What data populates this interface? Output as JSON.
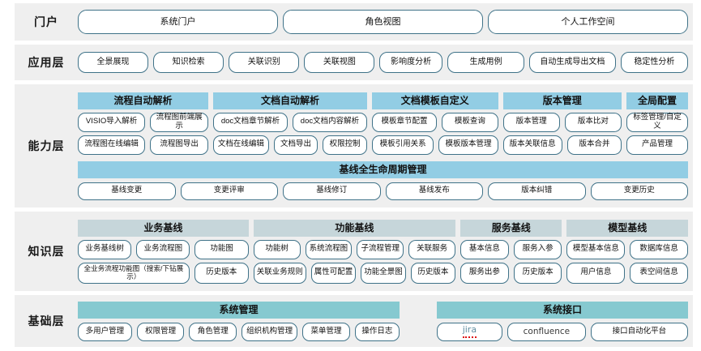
{
  "colors": {
    "band_bg": "#efefef",
    "pill_border": "#3f7288",
    "capability_header": "#92cde4",
    "knowledge_header": "#c6d6da",
    "base_header": "#86c9d0",
    "page_bg": "#ffffff"
  },
  "layers": [
    {
      "id": "portal",
      "label": "门户",
      "items": [
        "系统门户",
        "角色视图",
        "个人工作空间"
      ]
    },
    {
      "id": "application",
      "label": "应用层",
      "items": [
        "全景展现",
        "知识检索",
        "关联识别",
        "关联视图",
        "影响度分析",
        "生成用例",
        "自动生成导出文档",
        "稳定性分析"
      ]
    },
    {
      "id": "capability",
      "label": "能力层",
      "groups": [
        {
          "header": "流程自动解析",
          "rows": [
            [
              "VISIO导入解析",
              "流程图前端展示"
            ],
            [
              "流程图在线编辑",
              "流程图导出"
            ]
          ]
        },
        {
          "header": "文档自动解析",
          "rows": [
            [
              "doc文档章节解析",
              "doc文档内容解析"
            ],
            [
              "文档在线编辑",
              "文档导出",
              "权限控制"
            ]
          ]
        },
        {
          "header": "文档模板自定义",
          "rows": [
            [
              "模板章节配置",
              "模板查询"
            ],
            [
              "模板引用关系",
              "模板版本管理"
            ]
          ]
        },
        {
          "header": "版本管理",
          "rows": [
            [
              "版本管理",
              "版本比对"
            ],
            [
              "版本关联信息",
              "版本合并"
            ]
          ]
        },
        {
          "header": "全局配置",
          "rows": [
            [
              "标签管理/自定义"
            ],
            [
              "产品管理"
            ]
          ]
        }
      ],
      "lifecycle": {
        "header": "基线全生命周期管理",
        "items": [
          "基线变更",
          "变更评审",
          "基线修订",
          "基线发布",
          "版本纠错",
          "变更历史"
        ]
      }
    },
    {
      "id": "knowledge",
      "label": "知识层",
      "groups": [
        {
          "header": "业务基线",
          "rows": [
            [
              "业务基线树",
              "业务流程图",
              "功能图"
            ],
            [
              "全业务流程功能图（搜索/下钻展示）",
              "历史版本"
            ]
          ]
        },
        {
          "header": "功能基线",
          "rows": [
            [
              "功能树",
              "系统流程图",
              "子流程管理",
              "关联服务"
            ],
            [
              "关联业务规则",
              "属性可配置",
              "功能全景图",
              "历史版本"
            ]
          ]
        },
        {
          "header": "服务基线",
          "rows": [
            [
              "基本信息",
              "服务入参"
            ],
            [
              "服务出参",
              "历史版本"
            ]
          ]
        },
        {
          "header": "模型基线",
          "rows": [
            [
              "模型基本信息",
              "数据库信息"
            ],
            [
              "用户信息",
              "表空间信息"
            ]
          ]
        }
      ]
    },
    {
      "id": "base",
      "label": "基础层",
      "groups": [
        {
          "header": "系统管理",
          "rows": [
            [
              "多用户管理",
              "权限管理",
              "角色管理",
              "组织机构管理",
              "菜单管理",
              "操作日志"
            ]
          ]
        },
        {
          "header": "系统接口",
          "rows": [
            [
              "jira",
              "confluence",
              "接口自动化平台"
            ]
          ]
        }
      ]
    }
  ]
}
